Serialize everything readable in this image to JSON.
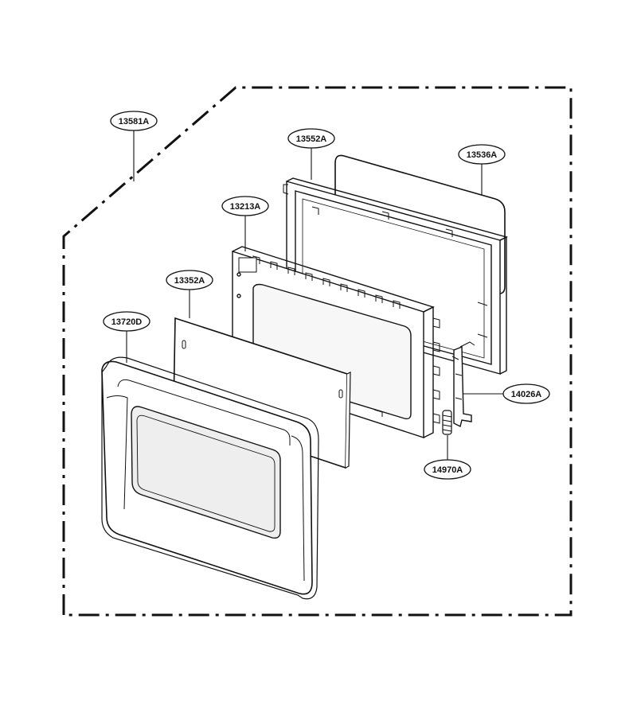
{
  "callouts": {
    "c13581A": "13581A",
    "c13552A": "13552A",
    "c13536A": "13536A",
    "c13213A": "13213A",
    "c13352A": "13352A",
    "c13720D": "13720D",
    "c14026A": "14026A",
    "c14970A": "14970A"
  },
  "colors": {
    "line": "#111111",
    "part_fill": "#ffffff",
    "window_shade": "#e9e9e9"
  }
}
